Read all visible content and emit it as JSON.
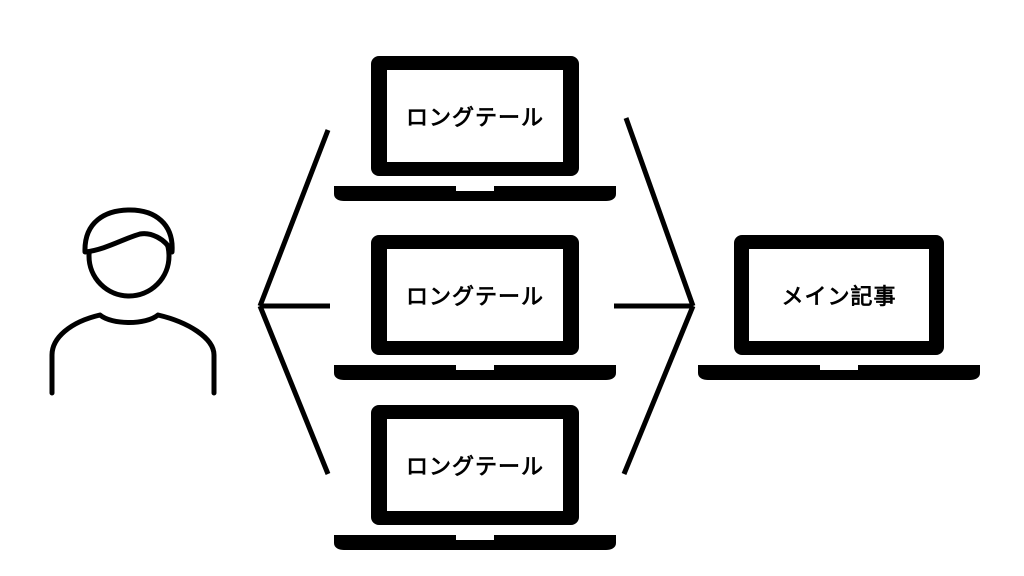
{
  "colors": {
    "stroke": "#000000",
    "background": "#ffffff"
  },
  "nodes": {
    "user": {
      "icon": "person-icon"
    },
    "long_tail_1": {
      "icon": "laptop-icon",
      "label": "ロングテール"
    },
    "long_tail_2": {
      "icon": "laptop-icon",
      "label": "ロングテール"
    },
    "long_tail_3": {
      "icon": "laptop-icon",
      "label": "ロングテール"
    },
    "main_article": {
      "icon": "laptop-icon",
      "label": "メイン記事"
    }
  }
}
